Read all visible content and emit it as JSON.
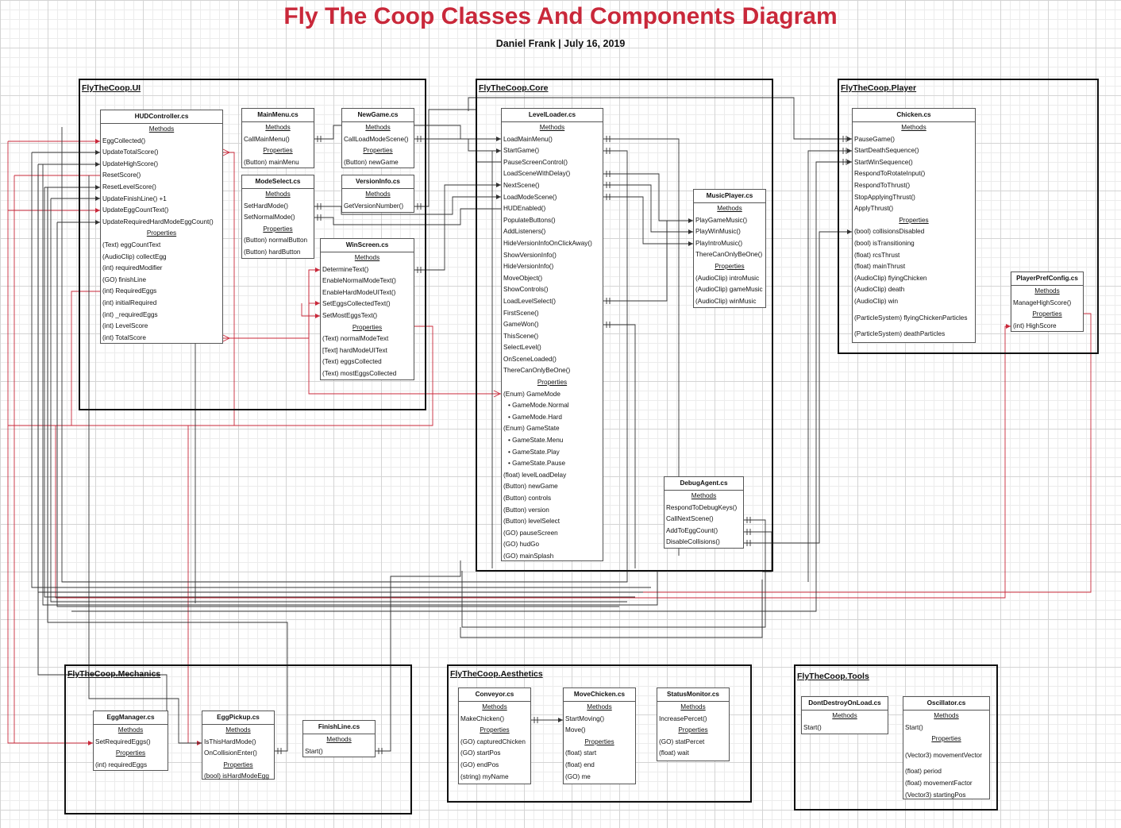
{
  "title": "Fly The Coop Classes And Components Diagram",
  "subtitle": "Daniel Frank  |  July 16, 2019",
  "colors": {
    "title": "#c9283a",
    "wire_black": "#333333",
    "wire_red": "#c9283a",
    "grid": "#d4d4d4"
  },
  "namespaces": {
    "ui": "FlyTheCoop.UI",
    "core": "FlyTheCoop.Core",
    "player": "FlyTheCoop.Player",
    "mechanics": "FlyTheCoop.Mechanics",
    "aesthetics": "FlyTheCoop.Aesthetics",
    "tools": "FlyTheCoop.Tools"
  },
  "classes": [
    {
      "key": "hud",
      "name": "HUDController.cs",
      "rows": [
        {
          "t": "s",
          "v": "Methods"
        },
        {
          "v": "EggCollected()"
        },
        {
          "v": "UpdateTotalScore()"
        },
        {
          "v": "UpdateHighScore()"
        },
        {
          "v": "ResetScore()"
        },
        {
          "v": "ResetLevelScore()"
        },
        {
          "v": "UpdateFinishLine() +1"
        },
        {
          "v": "UpdateEggCountText()"
        },
        {
          "v": "UpdateRequiredHardModeEggCount()"
        },
        {
          "t": "s",
          "v": "Properties"
        },
        {
          "v": "(Text) eggCountText"
        },
        {
          "v": "(AudioClip) collectEgg"
        },
        {
          "v": "(int) requiredModifier"
        },
        {
          "v": "(GO) finishLine"
        },
        {
          "v": "(int) RequiredEggs"
        },
        {
          "v": "(int) initialRequired"
        },
        {
          "v": "(int) _requiredEggs"
        },
        {
          "v": "(int) LevelScore"
        },
        {
          "v": "(int) TotalScore"
        }
      ]
    },
    {
      "key": "mainmenu",
      "name": "MainMenu.cs",
      "rows": [
        {
          "t": "s",
          "v": "Methods"
        },
        {
          "v": "CallMainMenu()"
        },
        {
          "t": "s",
          "v": "Properties"
        },
        {
          "v": "(Button) mainMenu"
        }
      ]
    },
    {
      "key": "newgame",
      "name": "NewGame.cs",
      "rows": [
        {
          "t": "s",
          "v": "Methods"
        },
        {
          "v": "CallLoadModeScene()"
        },
        {
          "t": "s",
          "v": "Properties"
        },
        {
          "v": "(Button) newGame"
        }
      ]
    },
    {
      "key": "modeselect",
      "name": "ModeSelect.cs",
      "rows": [
        {
          "t": "s",
          "v": "Methods"
        },
        {
          "v": "SetHardMode()"
        },
        {
          "v": "SetNormalMode()"
        },
        {
          "t": "s",
          "v": "Properties"
        },
        {
          "v": "(Button) normalButton"
        },
        {
          "v": "(Button) hardButton"
        }
      ]
    },
    {
      "key": "versioninfo",
      "name": "VersionInfo.cs",
      "rows": [
        {
          "t": "s",
          "v": "Methods"
        },
        {
          "v": "GetVersionNumber()"
        }
      ]
    },
    {
      "key": "winscreen",
      "name": "WinScreen.cs",
      "rows": [
        {
          "t": "s",
          "v": "Methods"
        },
        {
          "v": "DetermineText()"
        },
        {
          "v": "EnableNormalModeText()"
        },
        {
          "v": "EnableHardModeUIText()"
        },
        {
          "v": "SetEggsCollectedText()"
        },
        {
          "v": "SetMostEggsText()"
        },
        {
          "t": "s",
          "v": "Properties"
        },
        {
          "v": "(Text) normalModeText"
        },
        {
          "v": "[Text] hardModeUIText"
        },
        {
          "v": "(Text) eggsCollected"
        },
        {
          "v": "(Text) mostEggsCollected"
        }
      ]
    },
    {
      "key": "levelloader",
      "name": "LevelLoader.cs",
      "rows": [
        {
          "t": "s",
          "v": "Methods"
        },
        {
          "v": "LoadMainMenu()"
        },
        {
          "v": "StartGame()"
        },
        {
          "v": "PauseScreenControl()"
        },
        {
          "v": "LoadSceneWithDelay()"
        },
        {
          "v": "NextScene()"
        },
        {
          "v": "LoadModeScene()"
        },
        {
          "v": "HUDEnabled()"
        },
        {
          "v": "PopulateButtons()"
        },
        {
          "v": "AddListeners()"
        },
        {
          "v": "HideVersionInfoOnClickAway()"
        },
        {
          "v": "ShowVersionInfo()"
        },
        {
          "v": "HideVersionInfo()"
        },
        {
          "v": "MoveObject()"
        },
        {
          "v": "ShowControls()"
        },
        {
          "v": "LoadLevelSelect()"
        },
        {
          "v": "FirstScene()"
        },
        {
          "v": "GameWon()"
        },
        {
          "v": "ThisScene()"
        },
        {
          "v": "SelectLevel()"
        },
        {
          "v": "OnSceneLoaded()"
        },
        {
          "v": "ThereCanOnlyBeOne()"
        },
        {
          "t": "s",
          "v": "Properties"
        },
        {
          "v": "(Enum) GameMode"
        },
        {
          "t": "b",
          "v": "GameMode.Normal"
        },
        {
          "t": "b",
          "v": "GameMode.Hard"
        },
        {
          "v": "(Enum) GameState"
        },
        {
          "t": "b",
          "v": "GameState.Menu"
        },
        {
          "t": "b",
          "v": "GameState.Play"
        },
        {
          "t": "b",
          "v": "GameState.Pause"
        },
        {
          "v": "(float) levelLoadDelay"
        },
        {
          "v": "(Button) newGame"
        },
        {
          "v": "(Button) controls"
        },
        {
          "v": "(Button) version"
        },
        {
          "v": "(Button) levelSelect"
        },
        {
          "v": "(GO) pauseScreen"
        },
        {
          "v": "(GO) hudGo"
        },
        {
          "v": "(GO) mainSplash"
        }
      ]
    },
    {
      "key": "musicplayer",
      "name": "MusicPlayer.cs",
      "rows": [
        {
          "t": "s",
          "v": "Methods"
        },
        {
          "v": "PlayGameMusic()"
        },
        {
          "v": "PlayWinMusic()"
        },
        {
          "v": "PlayIntroMusic()"
        },
        {
          "v": "ThereCanOnlyBeOne()"
        },
        {
          "t": "s",
          "v": "Properties"
        },
        {
          "v": "(AudioClip) introMusic"
        },
        {
          "v": "(AudioClip) gameMusic"
        },
        {
          "v": "(AudioClip) winMusic"
        }
      ]
    },
    {
      "key": "debugagent",
      "name": "DebugAgent.cs",
      "rows": [
        {
          "t": "s",
          "v": "Methods"
        },
        {
          "v": "RespondToDebugKeys()"
        },
        {
          "v": "CallNextScene()"
        },
        {
          "v": "AddToEggCount()"
        },
        {
          "v": "DisableCollisions()"
        }
      ]
    },
    {
      "key": "chicken",
      "name": "Chicken.cs",
      "rows": [
        {
          "t": "s",
          "v": "Methods"
        },
        {
          "v": "PauseGame()"
        },
        {
          "v": "StartDeathSequence()"
        },
        {
          "v": "StartWinSequence()"
        },
        {
          "v": "RespondToRotateInput()"
        },
        {
          "v": "RespondToThrust()"
        },
        {
          "v": "StopApplyingThrust()"
        },
        {
          "v": "ApplyThrust()"
        },
        {
          "t": "s",
          "v": "Properties"
        },
        {
          "v": "(bool) collisionsDisabled"
        },
        {
          "v": "(bool) isTransitioning"
        },
        {
          "v": "(float) rcsThrust"
        },
        {
          "v": "(float) mainThrust"
        },
        {
          "v": "(AudioClip) flyingChicken"
        },
        {
          "v": "(AudioClip) death"
        },
        {
          "v": "(AudioClip) win"
        },
        {
          "t": "g",
          "v": ""
        },
        {
          "v": "(ParticleSystem) flyingChickenParticles"
        },
        {
          "t": "g",
          "v": ""
        },
        {
          "v": "(ParticleSystem) deathParticles"
        }
      ]
    },
    {
      "key": "playerpref",
      "name": "PlayerPrefConfig.cs",
      "rows": [
        {
          "t": "s",
          "v": "Methods"
        },
        {
          "v": "ManageHighScore()"
        },
        {
          "t": "s",
          "v": "Properties"
        },
        {
          "v": "(int) HighScore"
        }
      ]
    },
    {
      "key": "eggmanager",
      "name": "EggManager.cs",
      "rows": [
        {
          "t": "s",
          "v": "Methods"
        },
        {
          "v": "SetRequiredEggs()"
        },
        {
          "t": "s",
          "v": "Properties"
        },
        {
          "v": "(int) requiredEggs"
        }
      ]
    },
    {
      "key": "eggpickup",
      "name": "EggPickup.cs",
      "rows": [
        {
          "t": "s",
          "v": "Methods"
        },
        {
          "v": "IsThisHardMode()"
        },
        {
          "v": "OnCollisionEnter()"
        },
        {
          "t": "s",
          "v": "Properties"
        },
        {
          "v": "(bool) isHardModeEgg"
        }
      ]
    },
    {
      "key": "finishline",
      "name": "FinishLine.cs",
      "rows": [
        {
          "t": "s",
          "v": "Methods"
        },
        {
          "v": "Start()"
        }
      ]
    },
    {
      "key": "conveyor",
      "name": "Conveyor.cs",
      "rows": [
        {
          "t": "s",
          "v": "Methods"
        },
        {
          "v": "MakeChicken()"
        },
        {
          "t": "s",
          "v": "Properties"
        },
        {
          "v": "(GO) capturedChicken"
        },
        {
          "v": "(GO) startPos"
        },
        {
          "v": "(GO) endPos"
        },
        {
          "v": "(string) myName"
        }
      ]
    },
    {
      "key": "movechicken",
      "name": "MoveChicken.cs",
      "rows": [
        {
          "t": "s",
          "v": "Methods"
        },
        {
          "v": "StartMoving()"
        },
        {
          "v": "Move()"
        },
        {
          "t": "s",
          "v": "Properties"
        },
        {
          "v": "(float) start"
        },
        {
          "v": "(float) end"
        },
        {
          "v": "(GO) me"
        }
      ]
    },
    {
      "key": "statusmonitor",
      "name": "StatusMonitor.cs",
      "rows": [
        {
          "t": "s",
          "v": "Methods"
        },
        {
          "v": "IncreasePercet()"
        },
        {
          "t": "s",
          "v": "Properties"
        },
        {
          "v": "(GO) statPercet"
        },
        {
          "v": "(float) wait"
        }
      ]
    },
    {
      "key": "dontdestroy",
      "name": "DontDestroyOnLoad.cs",
      "rows": [
        {
          "t": "s",
          "v": "Methods"
        },
        {
          "v": "Start()"
        }
      ]
    },
    {
      "key": "oscillator",
      "name": "Oscillator.cs",
      "rows": [
        {
          "t": "s",
          "v": "Methods"
        },
        {
          "v": "Start()"
        },
        {
          "t": "s",
          "v": "Properties"
        },
        {
          "t": "g",
          "v": ""
        },
        {
          "v": "(Vector3) movementVector"
        },
        {
          "t": "g",
          "v": ""
        },
        {
          "v": "(float) period"
        },
        {
          "v": "(float) movementFactor"
        },
        {
          "v": "(Vector3) startingPos"
        }
      ]
    }
  ]
}
